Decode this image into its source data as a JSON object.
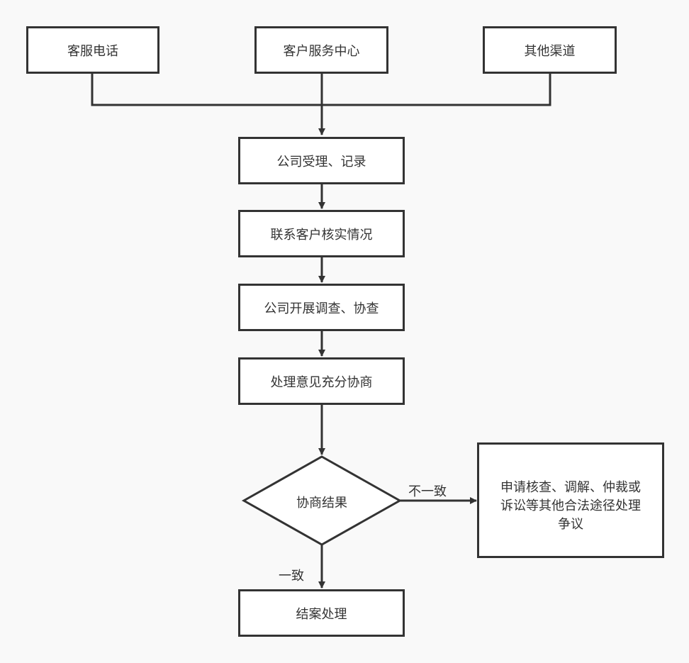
{
  "sources": [
    {
      "id": "hotline",
      "label": "客服电话"
    },
    {
      "id": "center",
      "label": "客户服务中心"
    },
    {
      "id": "other",
      "label": "其他渠道"
    }
  ],
  "steps": [
    {
      "id": "accept",
      "label": "公司受理、记录"
    },
    {
      "id": "contact",
      "label": "联系客户核实情况"
    },
    {
      "id": "investigate",
      "label": "公司开展调查、协查"
    },
    {
      "id": "negotiate",
      "label": "处理意见充分协商"
    }
  ],
  "decision": {
    "label": "协商结果"
  },
  "edges": {
    "disagree": "不一致",
    "agree": "一致"
  },
  "dispute": {
    "lines": [
      "申请核查、调解、仲裁或",
      "诉讼等其他合法途径处理",
      "争议"
    ]
  },
  "end": {
    "label": "结案处理"
  },
  "colors": {
    "stroke": "#333333",
    "fill": "#ffffff",
    "background": "#f9f9f9"
  }
}
